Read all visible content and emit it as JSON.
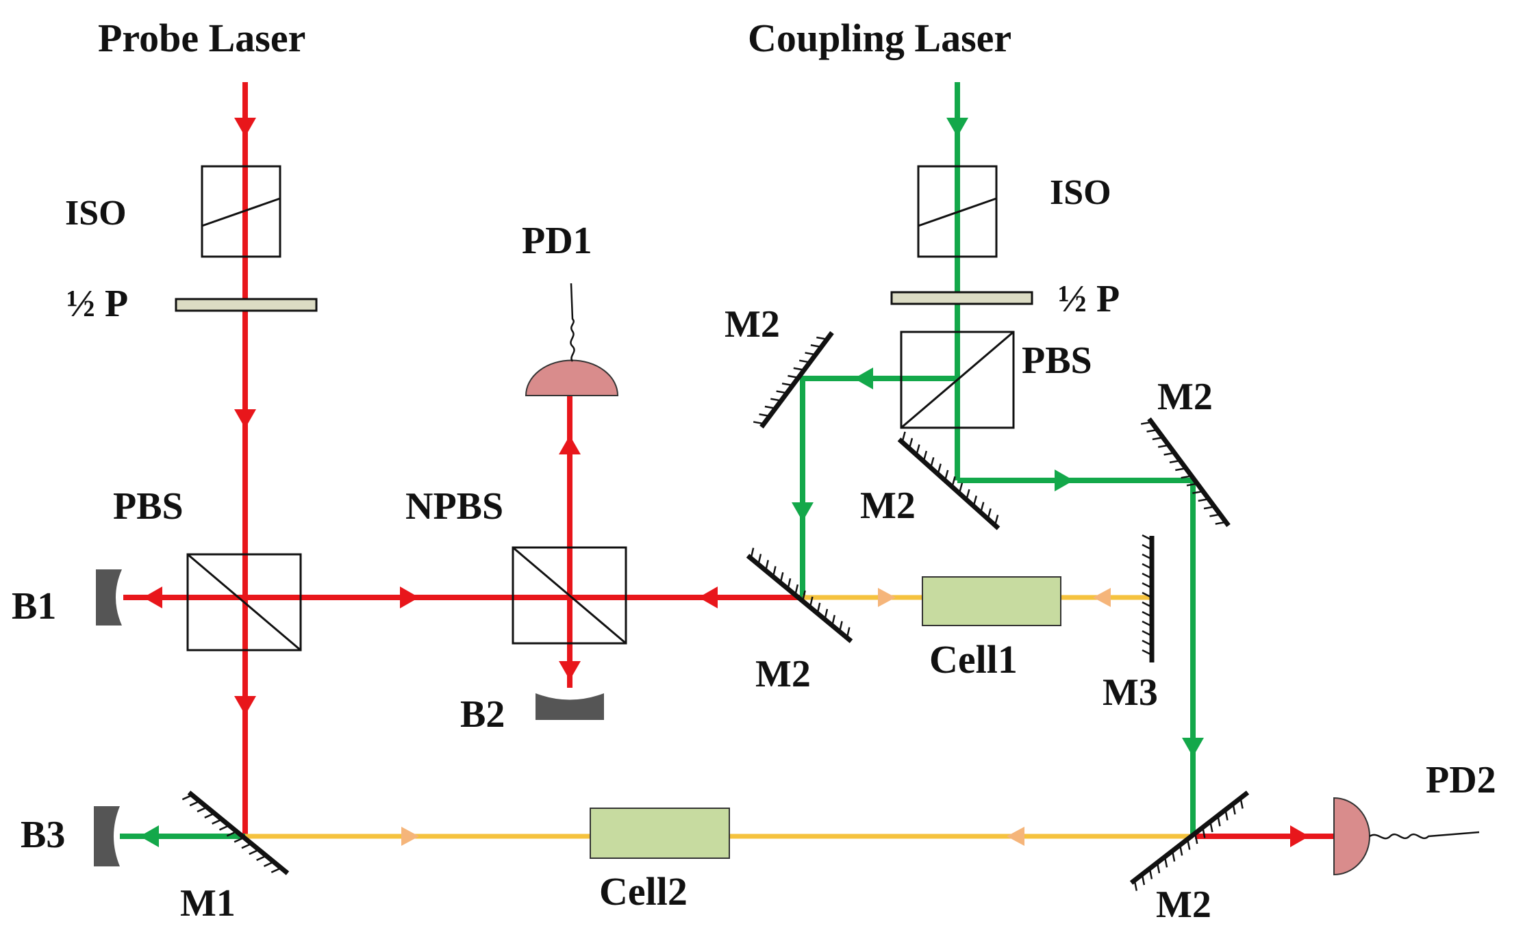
{
  "colors": {
    "probe": "#e8161b",
    "coupling": "#13a84a",
    "overlap": "#f5c23e",
    "overlap_arrow": "#f5b57a",
    "cell_fill": "#c7dba0",
    "detector_fill": "#d98c8c",
    "beam_dump": "#555555",
    "waveplate_fill": "#dcdcc4",
    "frame": "#111111"
  },
  "labels": {
    "probe_laser": "Probe Laser",
    "coupling_laser": "Coupling Laser",
    "iso_probe": "ISO",
    "iso_coupling": "ISO",
    "halfwave_probe": "½ P",
    "halfwave_coupling": "½ P",
    "pd1": "PD1",
    "pd2": "PD2",
    "pbs_probe": "PBS",
    "pbs_coupling": "PBS",
    "npbs": "NPBS",
    "b1": "B1",
    "b2": "B2",
    "b3": "B3",
    "m1": "M1",
    "m2_upper_left": "M2",
    "m2_center": "M2",
    "m2_right": "M2",
    "m2_lower_left": "M2",
    "m2_bottom_right": "M2",
    "m3": "M3",
    "cell1": "Cell1",
    "cell2": "Cell2"
  }
}
